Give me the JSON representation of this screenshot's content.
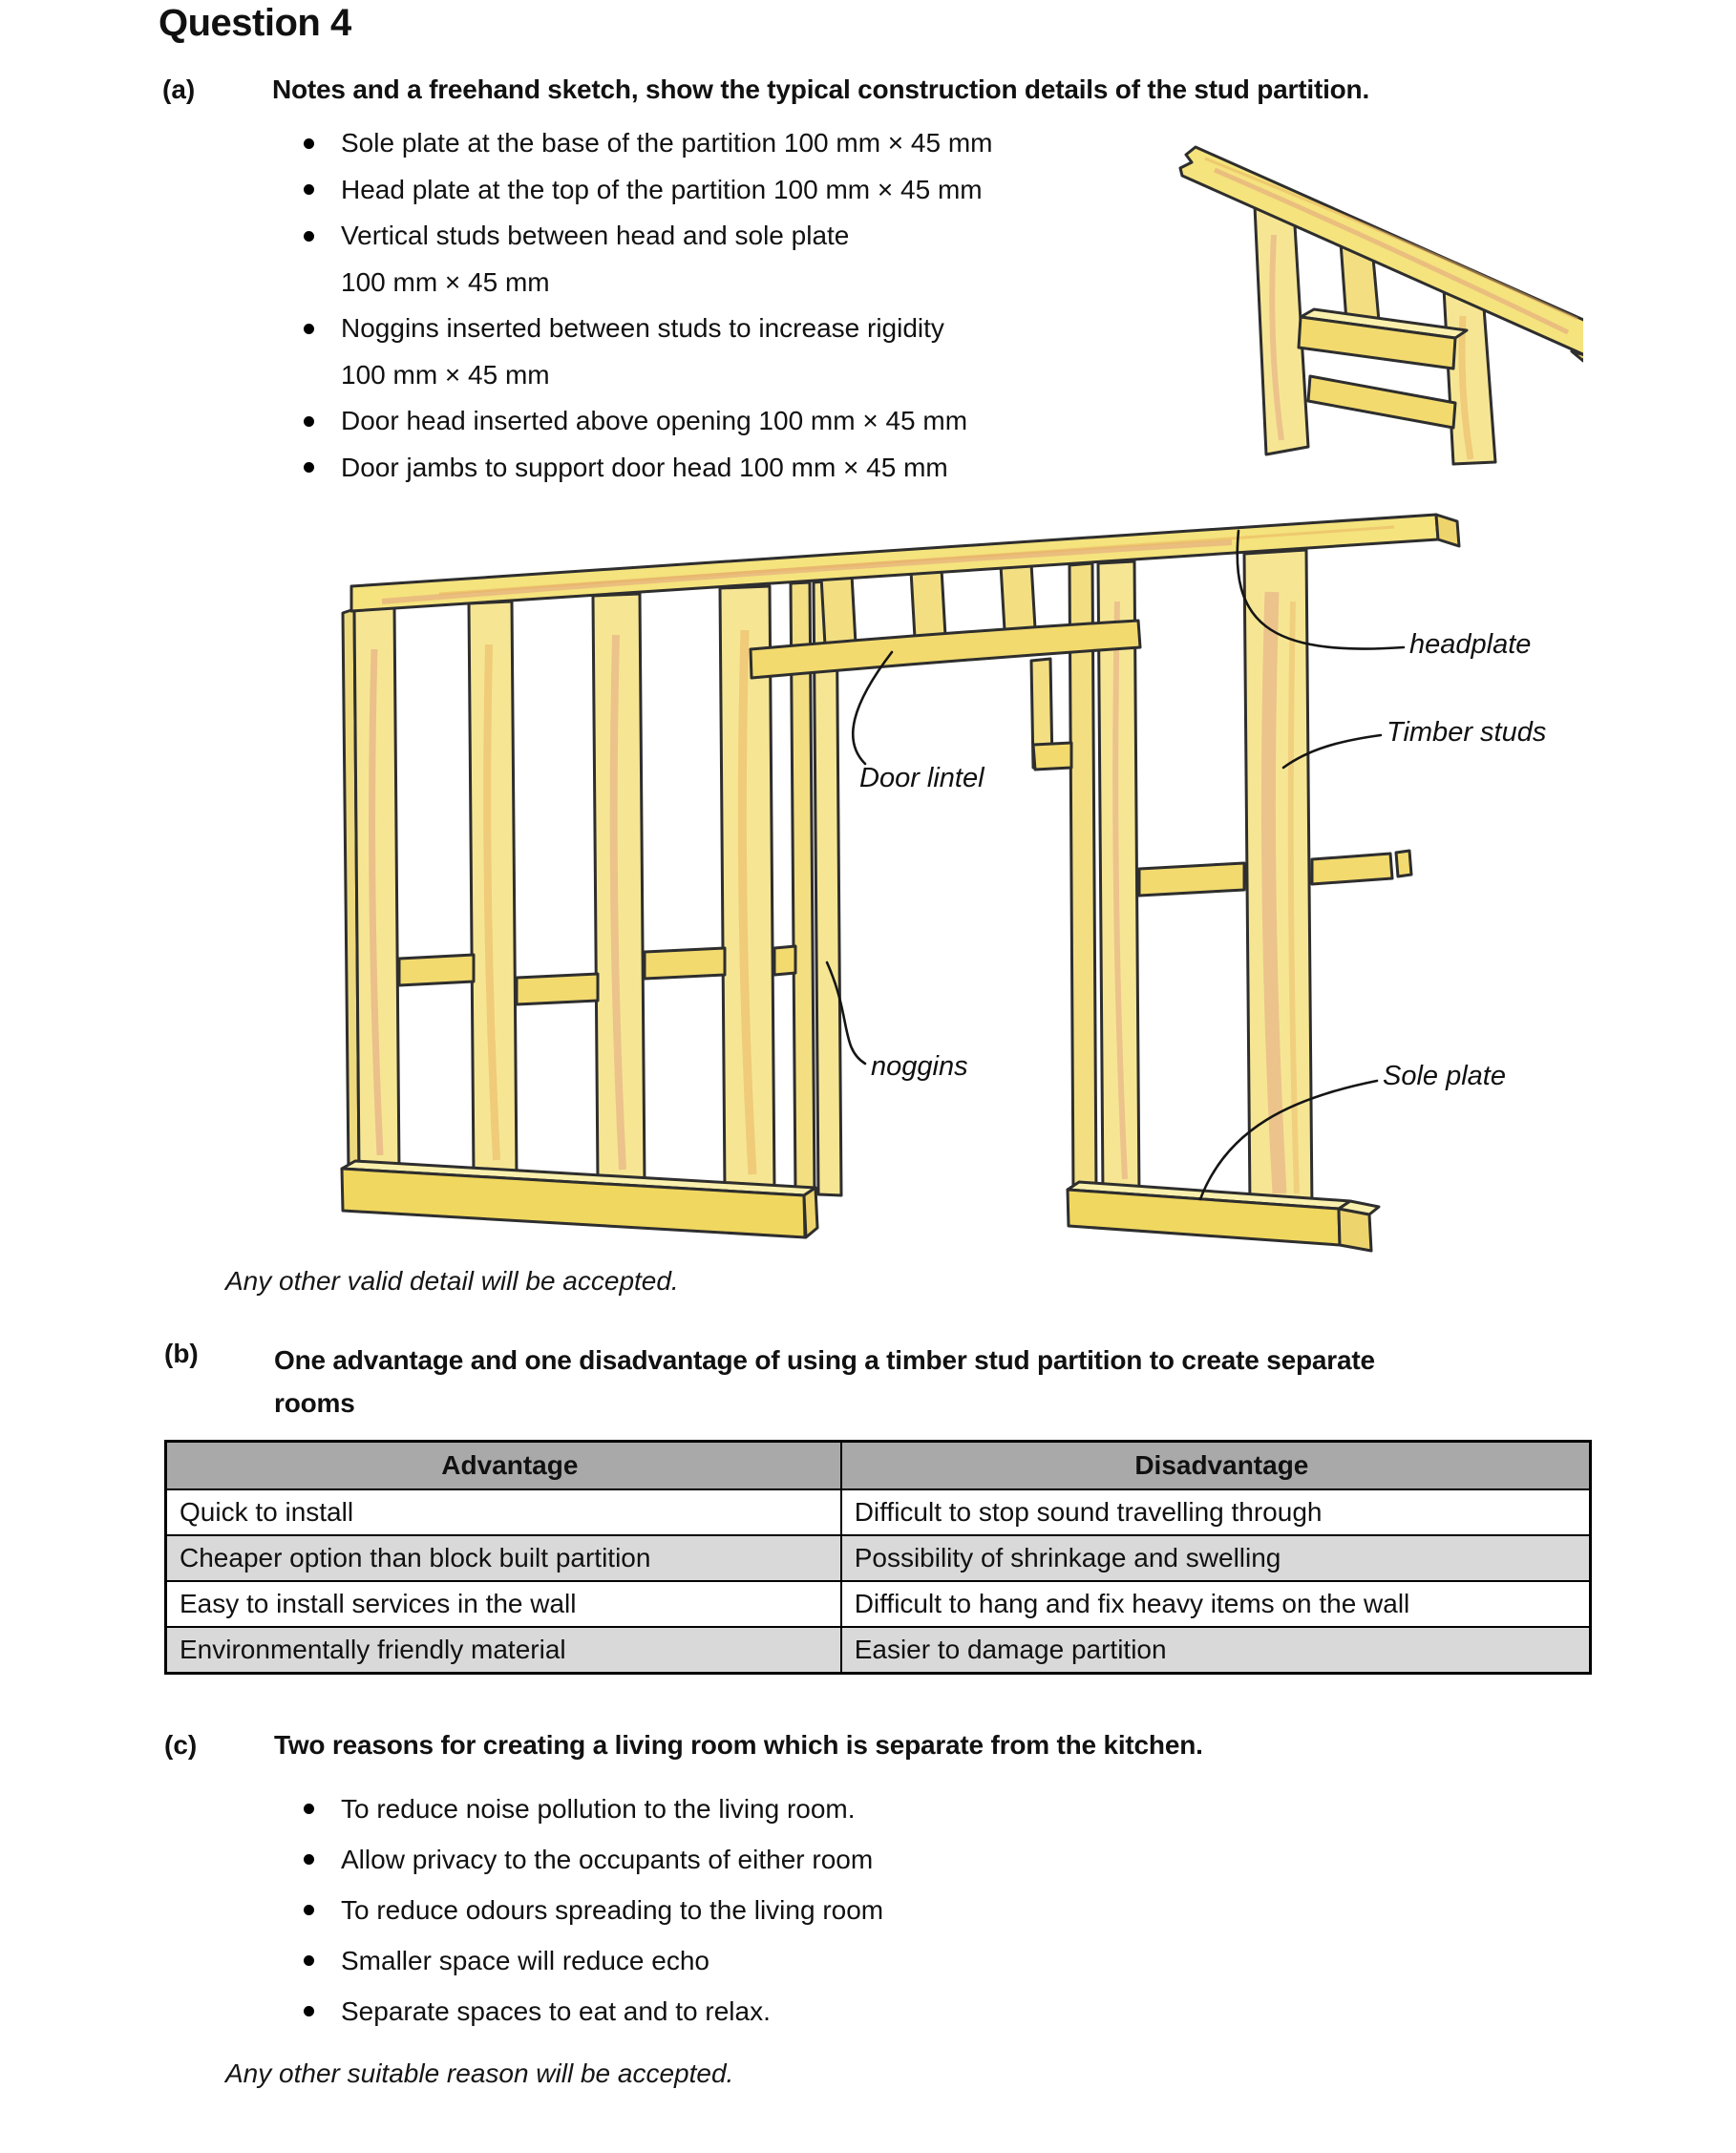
{
  "title": "Question 4",
  "a": {
    "label": "(a)",
    "heading": "Notes and a freehand sketch, show the typical construction details of the stud partition.",
    "bullets": [
      "Sole plate at the base of the partition 100 mm × 45 mm",
      "Head plate at the top of the partition 100 mm × 45 mm",
      "Vertical studs between head and sole plate",
      "100 mm × 45 mm",
      "Noggins inserted between studs to increase rigidity",
      "100 mm × 45 mm",
      "Door head inserted above opening 100 mm × 45 mm",
      "Door jambs to support door head 100 mm × 45 mm"
    ],
    "note": "Any other valid detail will be accepted."
  },
  "figure": {
    "labels": {
      "headplate": "headplate",
      "timber_studs": "Timber studs",
      "door_lintel": "Door lintel",
      "noggins": "noggins",
      "sole_plate": "Sole plate"
    }
  },
  "b": {
    "label": "(b)",
    "heading_line1": "One advantage and one disadvantage of using a timber stud partition to create separate",
    "heading_line2": "rooms",
    "table": {
      "headers": [
        "Advantage",
        "Disadvantage"
      ],
      "rows": [
        [
          "Quick to install",
          "Difficult to stop sound travelling through"
        ],
        [
          "Cheaper option than block built partition",
          "Possibility of shrinkage and swelling"
        ],
        [
          "Easy to install services in the wall",
          "Difficult to hang and fix heavy items on the wall"
        ],
        [
          "Environmentally friendly material",
          "Easier to damage partition"
        ]
      ]
    }
  },
  "c": {
    "label": "(c)",
    "heading": "Two reasons for creating a living room which is separate from the kitchen.",
    "bullets": [
      "To reduce noise pollution to the living room.",
      "Allow privacy to the occupants of either room",
      "To reduce odours spreading to the living room",
      "Smaller space will reduce echo",
      "Separate spaces to eat and to relax."
    ],
    "note": "Any other suitable reason will be accepted."
  },
  "colors": {
    "wood_base": "#f6e798",
    "wood_alt": "#f3df82",
    "wood_dark": "#eed46d",
    "wood_top": "#faf0ad",
    "grain_pink": "#e09a80",
    "grain_orange": "#e8b060",
    "outline": "#2e2e2e",
    "table_header_bg": "#a9a9a9",
    "table_alt_bg": "#d9d9d9"
  }
}
